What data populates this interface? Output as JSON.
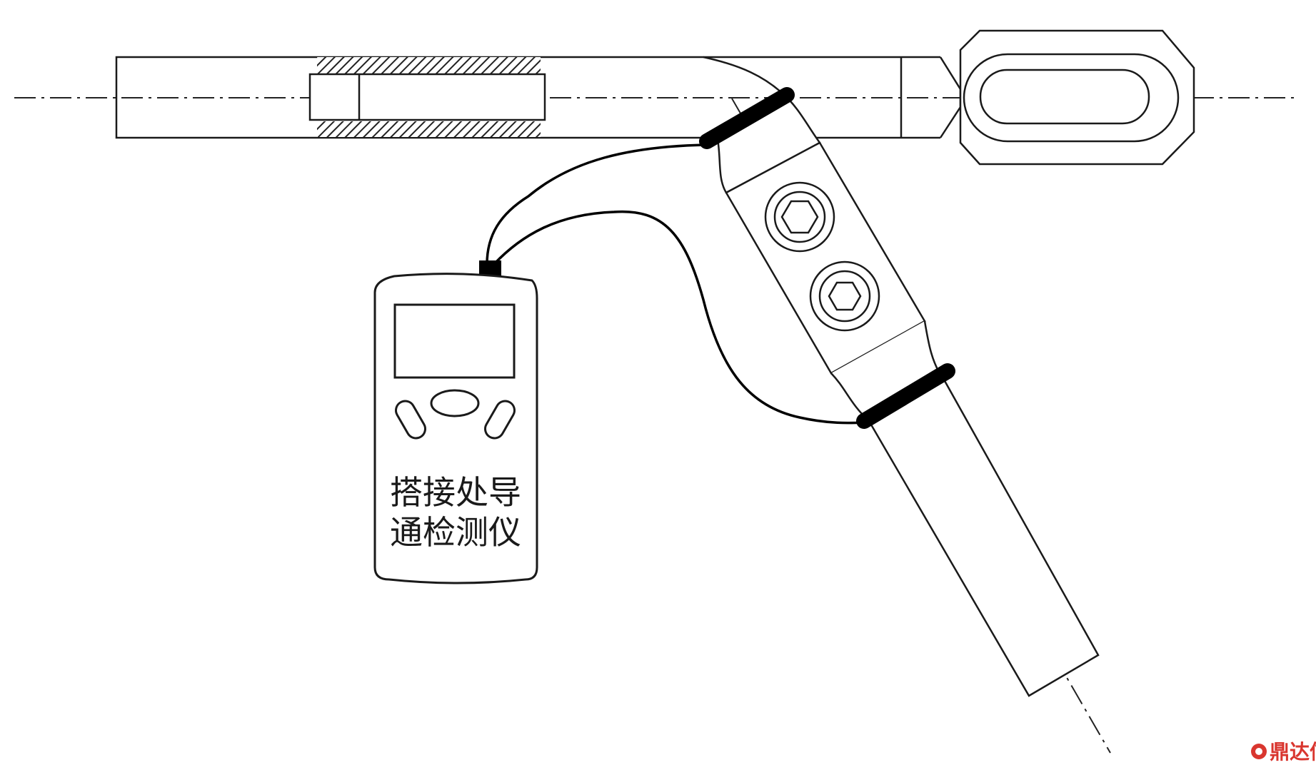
{
  "device": {
    "label_line1": "搭接处导",
    "label_line2": "通检测仪"
  },
  "watermark": {
    "text": "鼎达信",
    "color": "#d9362f"
  },
  "colors": {
    "stroke": "#1a1a1a",
    "clamp": "#000000",
    "hatch": "#222222",
    "background": "#ffffff"
  }
}
